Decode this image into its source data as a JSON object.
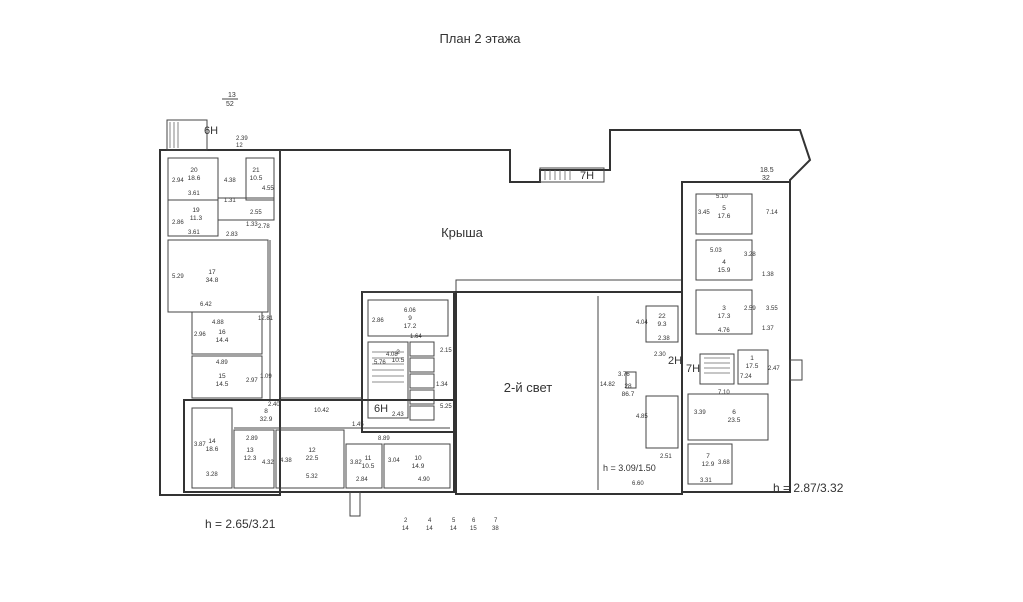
{
  "title": "План 2 этажа",
  "roof_label": "Крыша",
  "second_light_label": "2-й свет",
  "height_right": "h = 2.87/3.32",
  "height_left": "h = 2.65/3.21",
  "height_inner": "h = 3.09/1.50",
  "stair_6h": "6Н",
  "stair_7h": "7Н",
  "stair_2h": "2Н",
  "top_fraction": "13\n52",
  "top_right_fraction": "18.5\n32",
  "rooms": [
    {
      "num": "20",
      "area": "18.6"
    },
    {
      "num": "21",
      "area": "10.5"
    },
    {
      "num": "19",
      "area": "11.3"
    },
    {
      "num": "17",
      "area": "34.8"
    },
    {
      "num": "16",
      "area": "14.4"
    },
    {
      "num": "15",
      "area": "14.5"
    },
    {
      "num": "14",
      "area": "18.6"
    },
    {
      "num": "13",
      "area": "12.3"
    },
    {
      "num": "12",
      "area": "22.5"
    },
    {
      "num": "11",
      "area": "10.5"
    },
    {
      "num": "10",
      "area": "14.9"
    },
    {
      "num": "9",
      "area": "17.2"
    },
    {
      "num": "8",
      "area": "32.9"
    },
    {
      "num": "22",
      "area": "9.3"
    },
    {
      "num": "28",
      "area": "86.7"
    },
    {
      "num": "5",
      "area": "17.6"
    },
    {
      "num": "4",
      "area": "15.9"
    },
    {
      "num": "3",
      "area": "17.3"
    },
    {
      "num": "1",
      "area": "17.5"
    },
    {
      "num": "6",
      "area": "23.5"
    },
    {
      "num": "7",
      "area": "12.9"
    },
    {
      "num": "2",
      "area": "10.5"
    }
  ],
  "dims": [
    "2.94",
    "3.61",
    "4.38",
    "4.55",
    "2.86",
    "3.61",
    "2.83",
    "2.55",
    "2.78",
    "5.29",
    "6.42",
    "12.81",
    "4.88",
    "2.96",
    "4.89",
    "2.97",
    "1.09",
    "3.87",
    "3.28",
    "2.89",
    "4.32",
    "4.38",
    "5.32",
    "3.82",
    "2.84",
    "3.04",
    "4.90",
    "8.89",
    "1.45",
    "10.42",
    "2.40",
    "2.86",
    "6.06",
    "5.76",
    "1.64",
    "2.15",
    "1.34",
    "2.43",
    "5.25",
    "4.04",
    "2.38",
    "2.30",
    "3.76",
    "14.82",
    "4.85",
    "2.51",
    "6.60",
    "5.10",
    "3.45",
    "7.14",
    "5.03",
    "3.28",
    "1.38",
    "3.55",
    "1.37",
    "4.76",
    "2.59",
    "7.24",
    "2.47",
    "7.10",
    "3.39",
    "3.68",
    "3.31",
    "1.31",
    "1.33",
    "4.08"
  ],
  "bottom_fractions": [
    "2\n14",
    "4\n14",
    "5\n14",
    "6\n15",
    "7\n38"
  ]
}
